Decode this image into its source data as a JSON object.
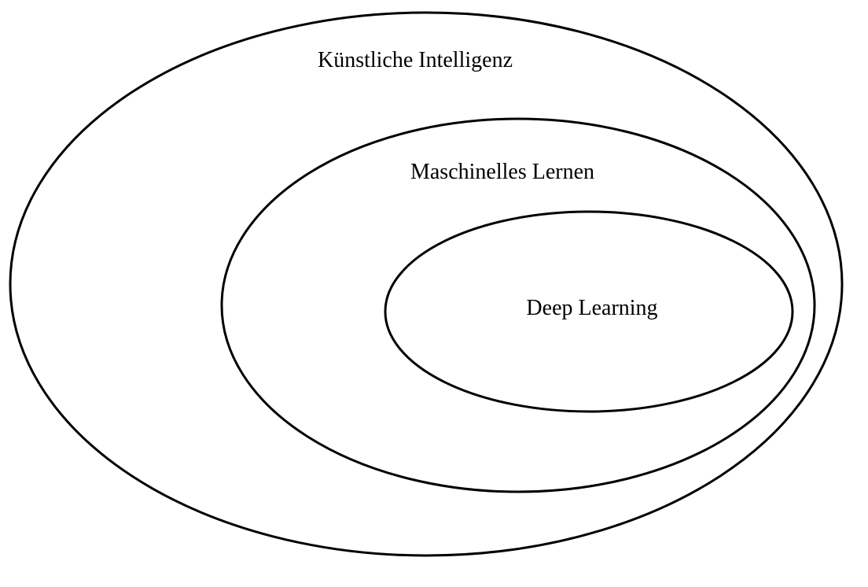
{
  "diagram": {
    "type": "nested-ellipses",
    "colors": {
      "stroke": "#000000",
      "background": "#ffffff",
      "text": "#000000"
    },
    "sets": [
      {
        "id": "ai",
        "label": "Künstliche Intelligenz",
        "contains": "ml"
      },
      {
        "id": "ml",
        "label": "Maschinelles Lernen",
        "contains": "dl"
      },
      {
        "id": "dl",
        "label": "Deep Learning",
        "contains": null
      }
    ]
  }
}
